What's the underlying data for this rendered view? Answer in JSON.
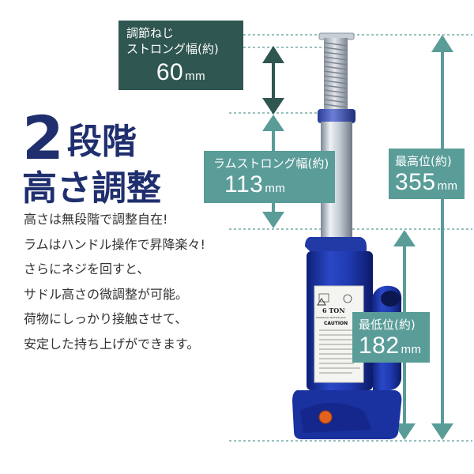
{
  "headline": {
    "number": "2",
    "line1_rest": "段階",
    "line2": "高さ調整"
  },
  "labels": {
    "screw": {
      "line1": "調節ねじ",
      "line2": "ストロング幅(約)",
      "value": "60",
      "unit": "mm"
    },
    "ram": {
      "label": "ラムストロング幅(約)",
      "value": "113",
      "unit": "mm"
    },
    "max": {
      "label": "最高位(約)",
      "value": "355",
      "unit": "mm"
    },
    "min": {
      "label": "最低位(約)",
      "value": "182",
      "unit": "mm"
    }
  },
  "description": [
    "高さは無段階で調整自在!",
    "ラムはハンドル操作で昇降楽々!",
    "さらにネジを回すと、",
    "サドル高さの微調整が可能。",
    "荷物にしっかり接触させて、",
    "安定した持ち上げができます。"
  ],
  "jack": {
    "capacity": "6 TON",
    "caution": "CAUTION",
    "model": "HYDRAULIC BOTTLE JACK"
  },
  "colors": {
    "navy_text": "#1f2f6e",
    "teal": "#5a9c98",
    "dark_teal": "#2f5650",
    "jack_blue": "#1f3aa8",
    "plug_orange": "#e2621e"
  }
}
